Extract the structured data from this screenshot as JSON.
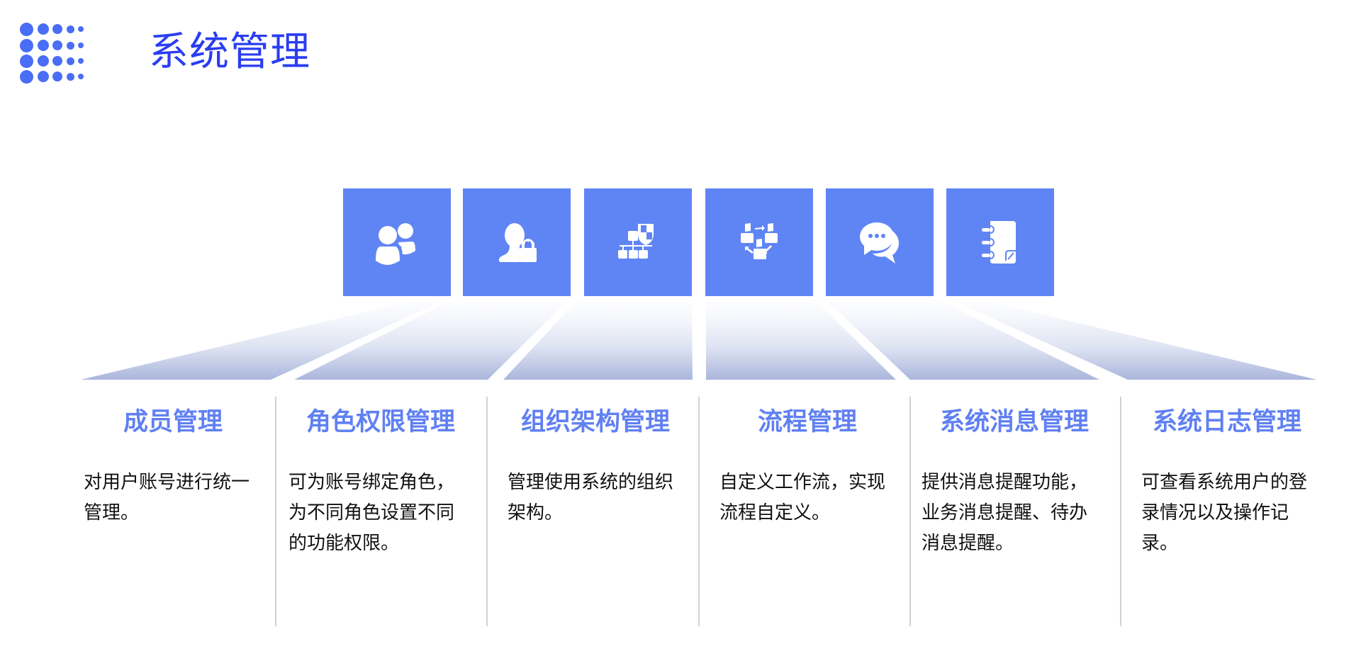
{
  "header": {
    "title": "系统管理",
    "logo_icon": "dot-grid-icon"
  },
  "colors": {
    "title": "#2a3df2",
    "tile": "#5f85f5",
    "heading": "#6080f2",
    "fan_top": "#fafbfe",
    "fan_bottom": "#aab6dc",
    "divider": "#d2d2d2"
  },
  "modules": [
    {
      "icon": "users-icon",
      "title": "成员管理",
      "description": "对用户账号进行统一管理。"
    },
    {
      "icon": "user-lock-icon",
      "title": "角色权限管理",
      "description": "可为账号绑定角色，为不同角色设置不同的功能权限。"
    },
    {
      "icon": "org-chart-shield-icon",
      "title": "组织架构管理",
      "description": "管理使用系统的组织架构。"
    },
    {
      "icon": "workflow-cycle-icon",
      "title": "流程管理",
      "description": "自定义工作流，实现流程自定义。"
    },
    {
      "icon": "chat-bubbles-icon",
      "title": "系统消息管理",
      "description": "提供消息提醒功能，业务消息提醒、待办消息提醒。"
    },
    {
      "icon": "notebook-icon",
      "title": "系统日志管理",
      "description": "可查看系统用户的登录情况以及操作记录。"
    }
  ]
}
